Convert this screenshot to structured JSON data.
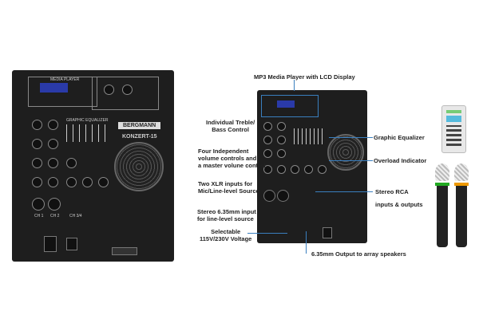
{
  "left_panel": {
    "media_player": "MEDIA PLAYER",
    "graphic_equalizer": "GRAPHIC EQUALIZER",
    "brand": "BERGMANN",
    "model": "KONZERT-15",
    "channels": [
      "CH 1",
      "CH 2",
      "CH 3/4"
    ]
  },
  "callouts": {
    "mp3": "MP3 Media Player with LCD Display",
    "treble_bass": [
      "Individual Treble/",
      "Bass Control"
    ],
    "volume": [
      "Four Independent",
      "volume controls and",
      "a master volune control"
    ],
    "xlr": [
      "Two XLR inputs for",
      "Mic/Line-level Source"
    ],
    "stereo_input": [
      "Stereo 6.35mm input",
      "for line-level source"
    ],
    "voltage": [
      "Selectable",
      "115V/230V Voltage"
    ],
    "output": "6.35mm Output to array speakers",
    "equalizer": "Graphic Equalizer",
    "overload": "Overload Indicator",
    "rca": [
      "Stereo RCA",
      "inputs & outputs"
    ]
  },
  "colors": {
    "callout_line": "#3a7fbf",
    "panel": "#1e1e1e",
    "lcd": "#2a3aa8"
  }
}
